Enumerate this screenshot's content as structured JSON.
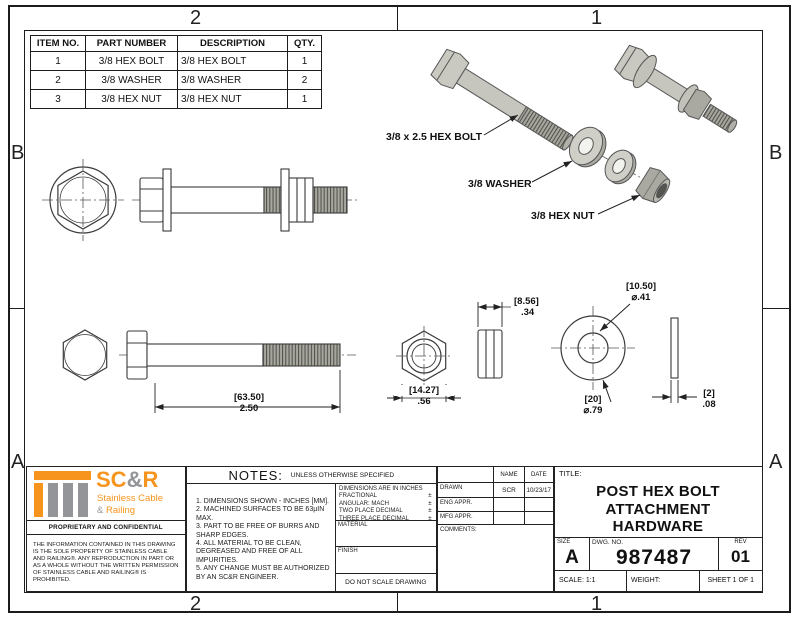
{
  "colors": {
    "orange": "#F7941E",
    "gray": "#919396"
  },
  "zones": {
    "top_left": "2",
    "top_right": "1",
    "bottom_left": "2",
    "bottom_right": "1",
    "left_top": "B",
    "left_bottom": "A",
    "right_top": "B",
    "right_bottom": "A"
  },
  "bom": {
    "headers": [
      "ITEM NO.",
      "PART NUMBER",
      "DESCRIPTION",
      "QTY."
    ],
    "rows": [
      {
        "item": "1",
        "part": "3/8 HEX BOLT",
        "desc": "3/8 HEX BOLT",
        "qty": "1"
      },
      {
        "item": "2",
        "part": "3/8 WASHER",
        "desc": "3/8 WASHER",
        "qty": "2"
      },
      {
        "item": "3",
        "part": "3/8 HEX NUT",
        "desc": "3/8 HEX NUT",
        "qty": "1"
      }
    ]
  },
  "exploded": {
    "bolt_label": "3/8 x 2.5 HEX BOLT",
    "washer_label": "3/8 WASHER",
    "nut_label": "3/8 HEX NUT"
  },
  "dims": {
    "bolt_length_mm": "[63.50]",
    "bolt_length_in": "2.50",
    "nut_width_mm": "[14.27]",
    "nut_width_in": ".56",
    "nut_height_mm": "[8.56]",
    "nut_height_in": ".34",
    "washer_id_mm": "[10.50]",
    "washer_id_in": "⌀.41",
    "washer_od_mm": "[20]",
    "washer_od_in": "⌀.79",
    "washer_th_mm": "[2]",
    "washer_th_in": ".08"
  },
  "logo": {
    "brand_sc": "SC",
    "brand_amp": "&",
    "brand_r": "R",
    "tag1": "Stainless Cable",
    "tag2_amp": "&",
    "tag2": "Railing",
    "confidential": "PROPRIETARY AND CONFIDENTIAL",
    "legal": "THE INFORMATION CONTAINED IN THIS DRAWING IS THE SOLE PROPERTY OF STAINLESS CABLE AND RAILING®. ANY REPRODUCTION IN PART OR AS A WHOLE WITHOUT THE WRITTEN PERMISSION OF STAINLESS CABLE AND RAILING® IS PROHIBITED."
  },
  "notes": {
    "title": "NOTES:",
    "subtitle": "UNLESS OTHERWISE SPECIFIED",
    "items": [
      "1. DIMENSIONS SHOWN - INCHES [MM].",
      "2. MACHINED SURFACES TO BE 63µIN MAX.",
      "3. PART TO BE FREE OF BURRS AND SHARP EDGES.",
      "4. ALL MATERIAL TO BE CLEAN, DEGREASED AND FREE OF ALL IMPURITIES.",
      "5. ANY CHANGE MUST BE AUTHORIZED BY AN SC&R ENGINEER."
    ]
  },
  "tolerances": {
    "heading": "DIMENSIONS ARE IN INCHES",
    "rows": [
      {
        "label": "FRACTIONAL",
        "pm": "±"
      },
      {
        "label": "ANGULAR: MACH",
        "pm": "±"
      },
      {
        "label": "TWO PLACE DECIMAL",
        "pm": "±"
      },
      {
        "label": "THREE PLACE DECIMAL",
        "pm": "±"
      }
    ],
    "material_label": "MATERIAL",
    "finish_label": "FINISH",
    "do_not_scale": "DO NOT SCALE DRAWING"
  },
  "approvals": {
    "name_header": "NAME",
    "date_header": "DATE",
    "rows": [
      {
        "label": "DRAWN",
        "name": "SCR",
        "date": "10/23/17"
      },
      {
        "label": "ENG APPR.",
        "name": "",
        "date": ""
      },
      {
        "label": "MFG APPR.",
        "name": "",
        "date": ""
      }
    ],
    "comments_label": "COMMENTS:"
  },
  "title_block": {
    "title_label": "TITLE:",
    "title_lines": [
      "POST HEX BOLT",
      "ATTACHMENT",
      "HARDWARE"
    ],
    "size_label": "SIZE",
    "size": "A",
    "dwg_label": "DWG.  NO.",
    "dwg_no": "987487",
    "rev_label": "REV",
    "rev": "01",
    "scale": "SCALE: 1:1",
    "weight": "WEIGHT:",
    "sheet": "SHEET 1 OF 1"
  }
}
